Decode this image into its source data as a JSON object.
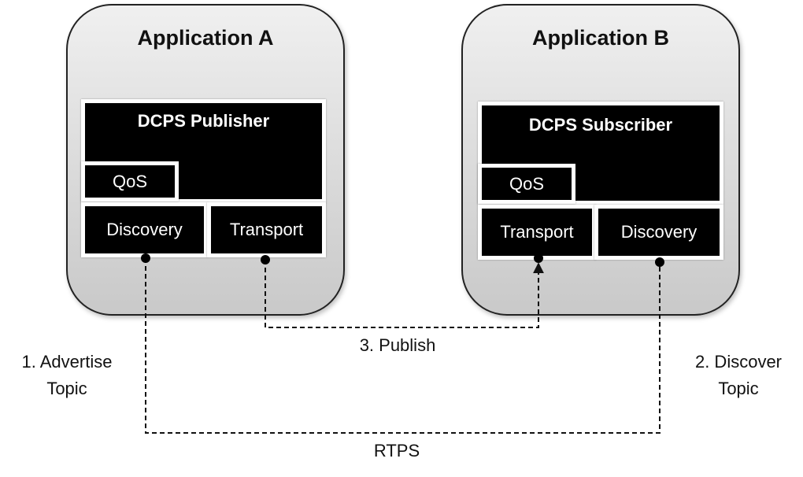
{
  "app_a": {
    "title": "Application A",
    "dcps": "DCPS Publisher",
    "qos": "QoS",
    "left_module": "Discovery",
    "right_module": "Transport"
  },
  "app_b": {
    "title": "Application B",
    "dcps": "DCPS Subscriber",
    "qos": "QoS",
    "left_module": "Transport",
    "right_module": "Discovery"
  },
  "annotations": {
    "advertise_line1": "1. Advertise",
    "advertise_line2": "Topic",
    "discover_line1": "2. Discover",
    "discover_line2": "Topic",
    "publish": "3. Publish",
    "rtps": "RTPS"
  }
}
